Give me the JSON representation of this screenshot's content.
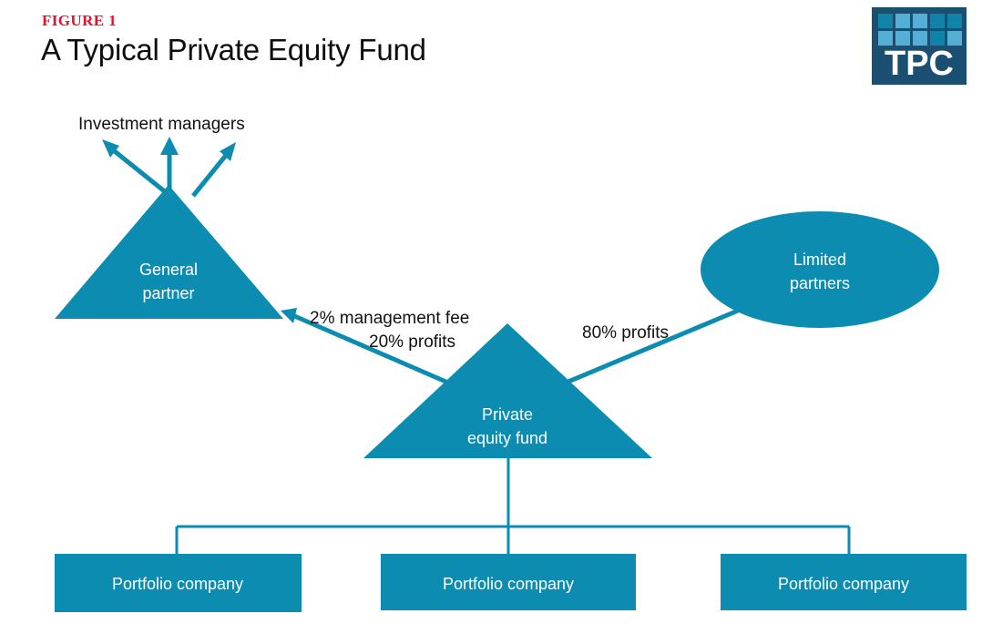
{
  "header": {
    "figure_label": "FIGURE 1",
    "title": "A Typical Private Equity Fund",
    "label_color": "#e8112d",
    "title_color": "#0d0d0d"
  },
  "logo": {
    "wordmark": "TPC",
    "background_color": "#1b4f72",
    "cell_dark_color": "#1283a8",
    "cell_light_color": "#55aed4",
    "grid_rows": 2,
    "grid_cols": 5
  },
  "theme": {
    "accent_color": "#0b8cb0",
    "node_text_color": "#ffffff",
    "edge_text_color": "#111111",
    "page_background": "#ffffff"
  },
  "diagram": {
    "type": "flow-diagram",
    "nodes": [
      {
        "id": "investment-managers",
        "shape": "text",
        "label": "Investment managers",
        "label_lines": [
          "Investment managers"
        ]
      },
      {
        "id": "general-partner",
        "shape": "triangle",
        "label": "General partner",
        "label_lines": [
          "General",
          "partner"
        ]
      },
      {
        "id": "private-equity-fund",
        "shape": "triangle",
        "label": "Private equity fund",
        "label_lines": [
          "Private",
          "equity fund"
        ]
      },
      {
        "id": "limited-partners",
        "shape": "ellipse",
        "label": "Limited partners",
        "label_lines": [
          "Limited",
          "partners"
        ]
      },
      {
        "id": "portfolio-company-1",
        "shape": "rectangle",
        "label": "Portfolio company"
      },
      {
        "id": "portfolio-company-2",
        "shape": "rectangle",
        "label": "Portfolio company"
      },
      {
        "id": "portfolio-company-3",
        "shape": "rectangle",
        "label": "Portfolio company"
      }
    ],
    "edges": [
      {
        "id": "gp-to-managers-left",
        "from": "general-partner",
        "to": "investment-managers",
        "arrow": true,
        "label": ""
      },
      {
        "id": "gp-to-managers-center",
        "from": "general-partner",
        "to": "investment-managers",
        "arrow": true,
        "label": ""
      },
      {
        "id": "gp-to-managers-right",
        "from": "general-partner",
        "to": "investment-managers",
        "arrow": true,
        "label": ""
      },
      {
        "id": "fund-to-gp",
        "from": "private-equity-fund",
        "to": "general-partner",
        "arrow": true,
        "label_lines": [
          "2% management fee",
          "20% profits"
        ]
      },
      {
        "id": "fund-to-lp",
        "from": "private-equity-fund",
        "to": "limited-partners",
        "arrow": false,
        "label_lines": [
          "80% profits"
        ]
      },
      {
        "id": "fund-to-portfolio",
        "from": "private-equity-fund",
        "to": "portfolio-companies",
        "arrow": false,
        "label": ""
      }
    ],
    "edge_labels": {
      "management_fee_line1": "2% management fee",
      "management_fee_line2": "20% profits",
      "lp_profits": "80% profits"
    }
  }
}
